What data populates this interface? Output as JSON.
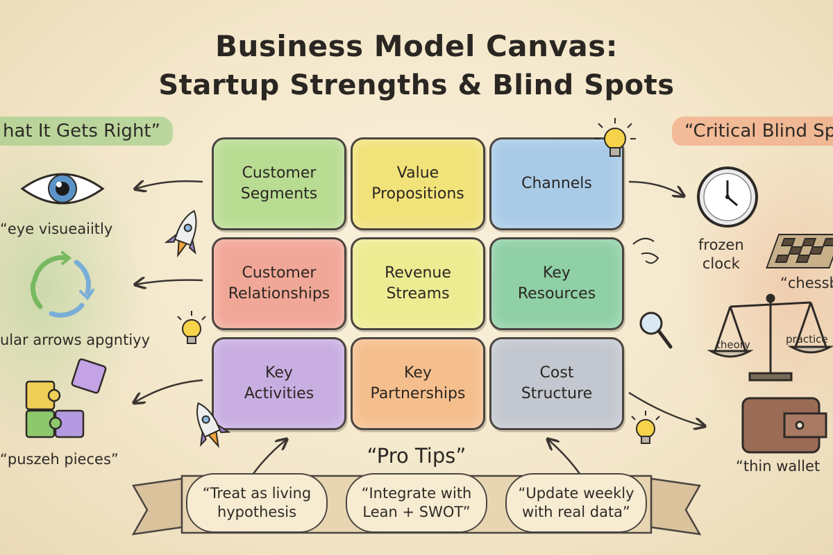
{
  "title": {
    "line1": "Business Model Canvas:",
    "line2": "Startup Strengths & Blind Spots"
  },
  "left_heading": "hat It Gets Right”",
  "right_heading": "“Critical Blind Spo",
  "canvas": {
    "cells": [
      {
        "label": "Customer\nSegments",
        "color": "#b9dc93"
      },
      {
        "label": "Value\nPropositions",
        "color": "#f2e27a"
      },
      {
        "label": "Channels",
        "color": "#a9cbe8"
      },
      {
        "label": "Customer\nRelationships",
        "color": "#f1a797"
      },
      {
        "label": "Revenue\nStreams",
        "color": "#eeec92"
      },
      {
        "label": "Key\nResources",
        "color": "#8fd0a6"
      },
      {
        "label": "Key\nActivities",
        "color": "#c9aee2"
      },
      {
        "label": "Key\nPartnerships",
        "color": "#f5bf8d"
      },
      {
        "label": "Cost\nStructure",
        "color": "#c3c7cf"
      }
    ]
  },
  "left_items": [
    {
      "label": "“eye  visueaiitly",
      "icon": "eye-icon"
    },
    {
      "label": "ular arrows apgntiyy",
      "icon": "circular-arrows-icon"
    },
    {
      "label": "“puszeh pieces”",
      "icon": "puzzle-pieces-icon"
    }
  ],
  "right_items": [
    {
      "label": "frozen\nclock",
      "icon": "clock-icon"
    },
    {
      "label": "“chessb",
      "icon": "chessboard-icon"
    },
    {
      "label": "theory",
      "icon": "scale-icon"
    },
    {
      "label": "practice",
      "icon": "scale-icon"
    },
    {
      "label": "“thin wallet",
      "icon": "wallet-icon"
    }
  ],
  "pro_tips": {
    "heading": "“Pro Tips”",
    "tips": [
      "“Treat as living\nhypothesis",
      "“Integrate with\nLean + SWOT”",
      "“Update weekly\nwith real data”"
    ]
  },
  "decor_icons": [
    "rocket-icon",
    "lightbulb-icon",
    "magnifier-icon",
    "wind-icon"
  ]
}
